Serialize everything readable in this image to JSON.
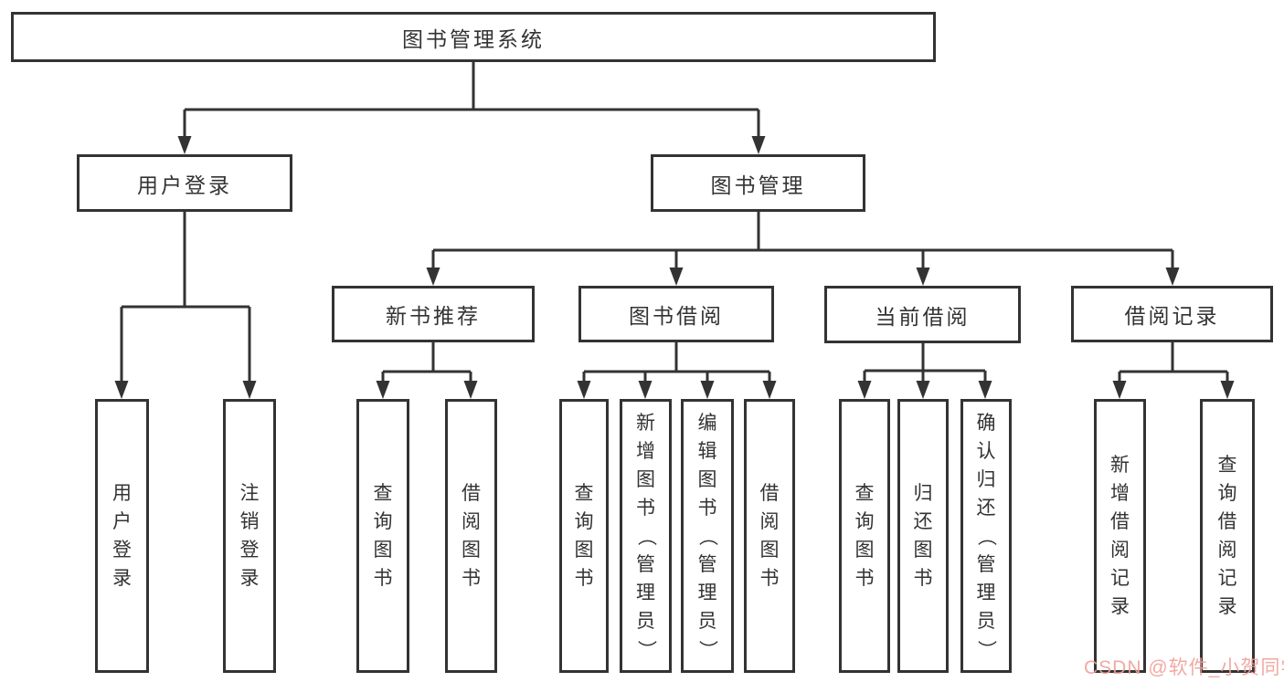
{
  "tree": {
    "label": "图书管理系统",
    "children": [
      {
        "label": "用户登录",
        "children": [
          {
            "label": "用户登录"
          },
          {
            "label": "注销登录"
          }
        ]
      },
      {
        "label": "图书管理",
        "children": [
          {
            "label": "新书推荐",
            "children": [
              {
                "label": "查询图书"
              },
              {
                "label": "借阅图书"
              }
            ]
          },
          {
            "label": "图书借阅",
            "children": [
              {
                "label": "查询图书"
              },
              {
                "label": "新增图书（管理员）"
              },
              {
                "label": "编辑图书（管理员）"
              },
              {
                "label": "借阅图书"
              }
            ]
          },
          {
            "label": "当前借阅",
            "children": [
              {
                "label": "查询图书"
              },
              {
                "label": "归还图书"
              },
              {
                "label": "确认归还（管理员）"
              }
            ]
          },
          {
            "label": "借阅记录",
            "children": [
              {
                "label": "新增借阅记录"
              },
              {
                "label": "查询借阅记录"
              }
            ]
          }
        ]
      }
    ]
  },
  "watermark": {
    "text": "CSDN @软件_小贺同学"
  },
  "colors": {
    "line": "#333333",
    "box_border": "#333333",
    "text": "#333333",
    "background": "#ffffff",
    "watermark": "#f0a09a"
  }
}
